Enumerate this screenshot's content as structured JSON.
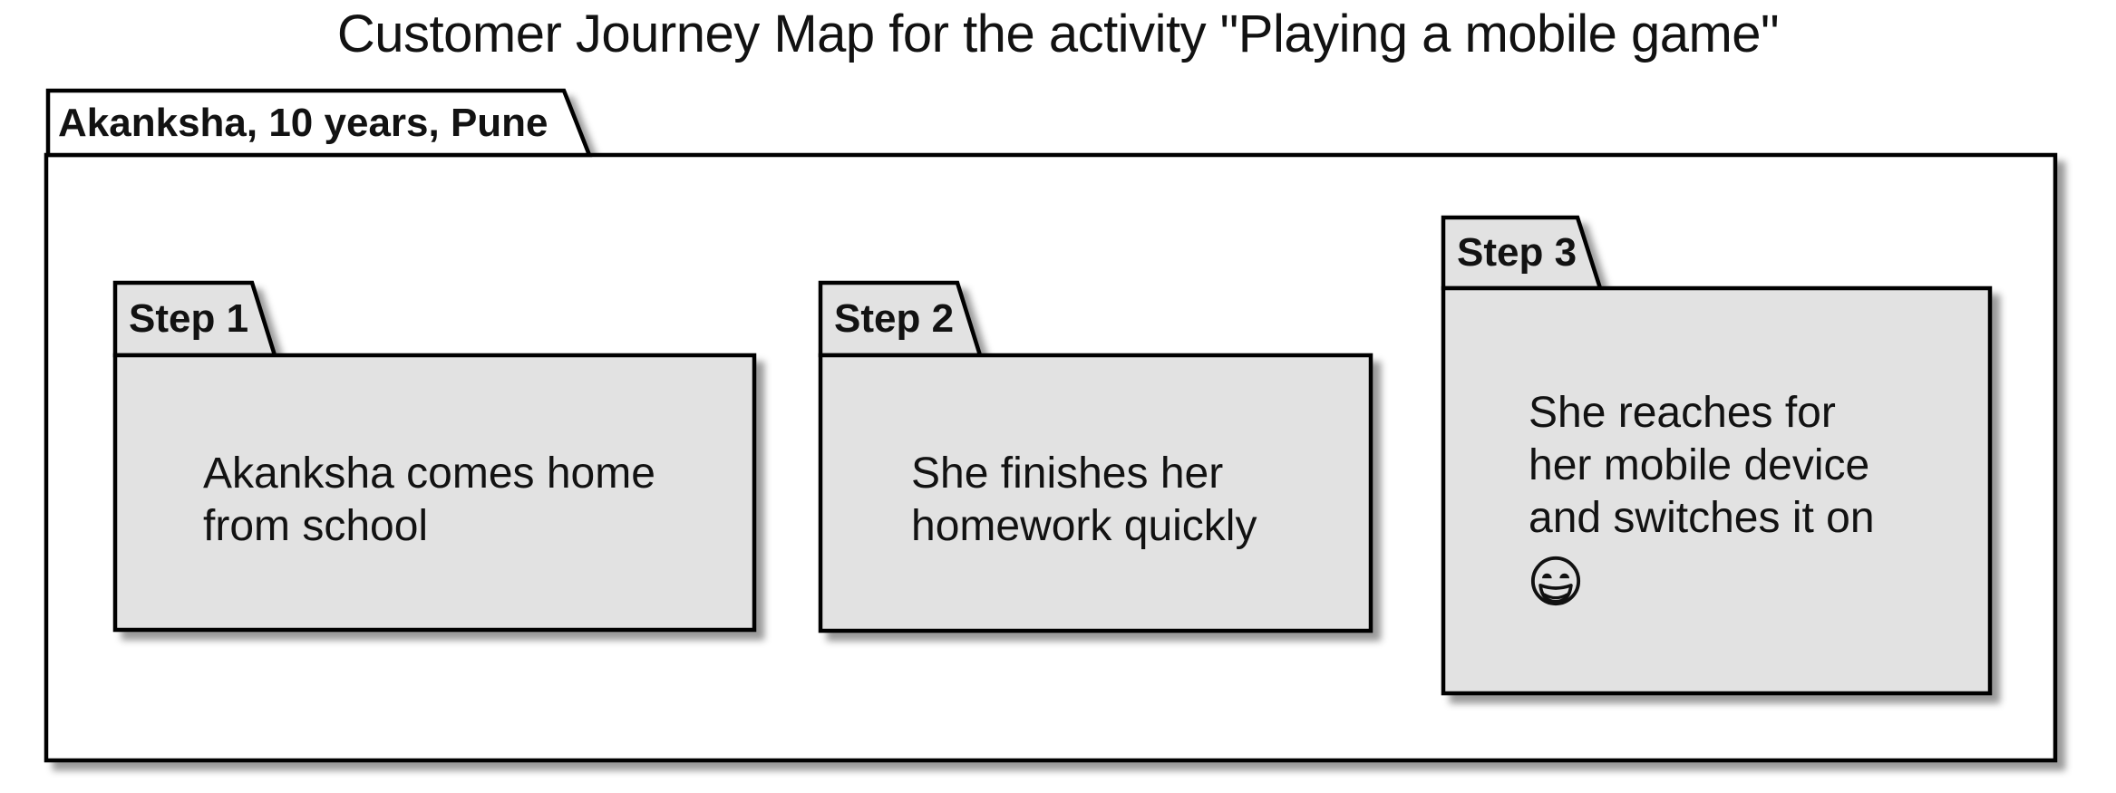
{
  "title": "Customer Journey Map for the activity \"Playing a mobile game\"",
  "frame": {
    "label": "Akanksha, 10 years, Pune"
  },
  "steps": [
    {
      "label": "Step 1",
      "lines": [
        "Akanksha comes home",
        "from school"
      ]
    },
    {
      "label": "Step 2",
      "lines": [
        "She finishes her",
        "homework quickly"
      ]
    },
    {
      "label": "Step 3",
      "lines": [
        "She reaches for",
        "her mobile device",
        "and switches it on"
      ],
      "emoji": "😄"
    }
  ],
  "colors": {
    "background": "#ffffff",
    "box_fill": "#e2e2e2",
    "frame_fill": "#ffffff",
    "line": "#000000",
    "text": "#121212"
  }
}
